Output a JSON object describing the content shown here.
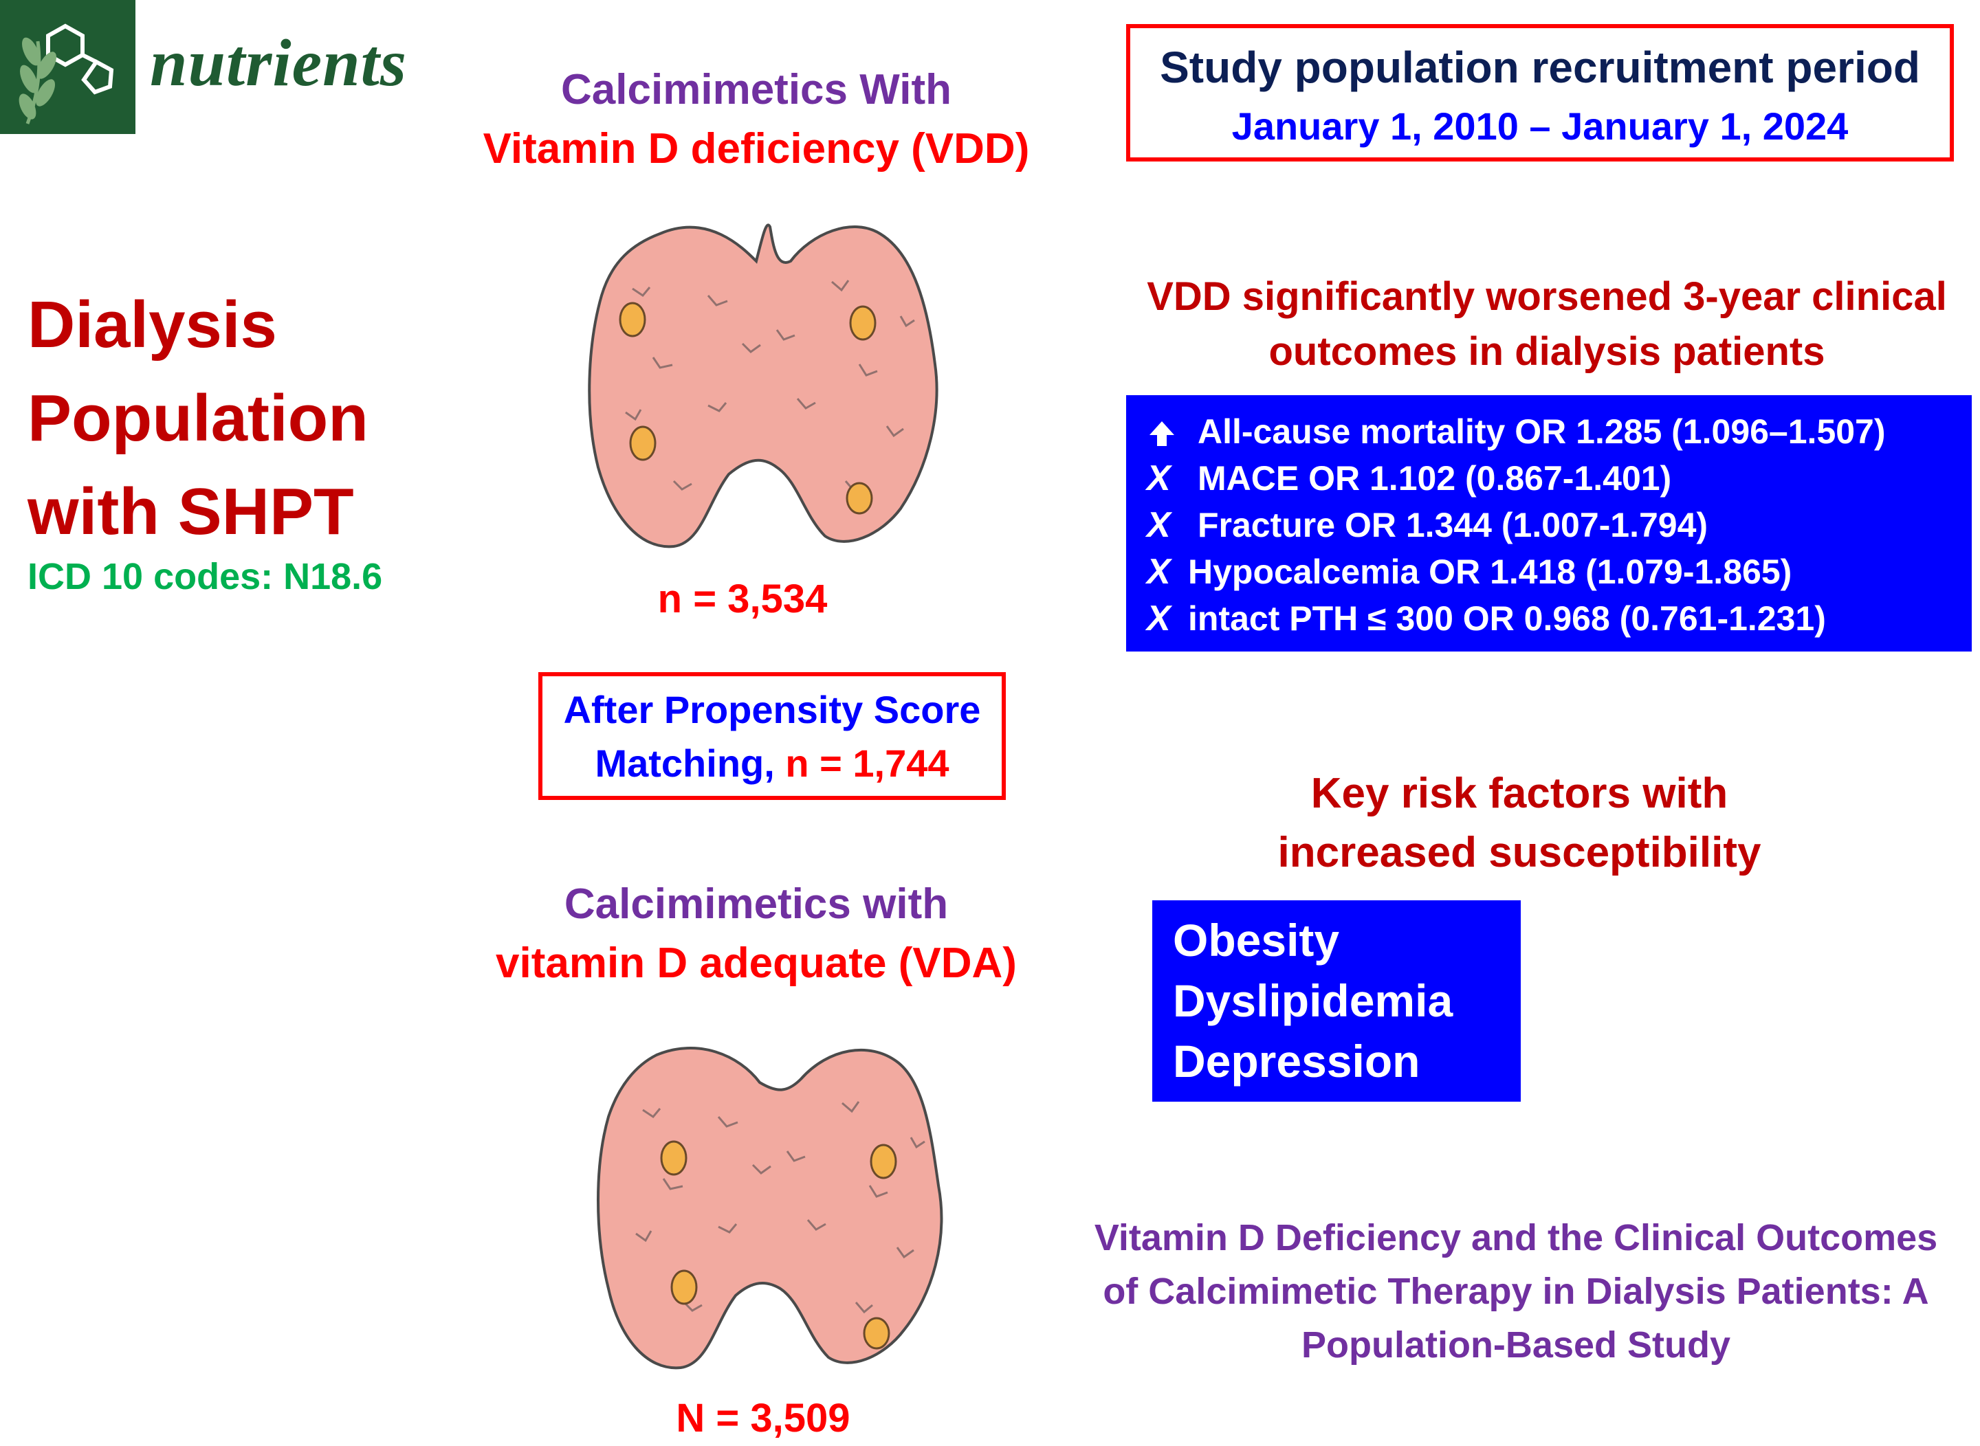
{
  "journal": {
    "name": "nutrients",
    "logo_icon": "mdpi-nutrients-logo-icon",
    "logo_color": "#1f5b32"
  },
  "left_panel": {
    "title_lines": [
      "Dialysis",
      "Population",
      "with SHPT"
    ],
    "icd": "ICD 10 codes: N18.6"
  },
  "vdd_group": {
    "heading_line1": "Calcimimetics With",
    "heading_line2": "Vitamin D deficiency (VDD)",
    "count": "n = 3,534",
    "image": "parathyroid-gland-icon"
  },
  "psm": {
    "line1": "After Propensity Score",
    "line2_prefix": "Matching,",
    "line2_count": "n = 1,744"
  },
  "vda_group": {
    "heading_line1": "Calcimimetics with",
    "heading_line2": "vitamin D adequate (VDA)",
    "count": "N = 3,509",
    "image": "parathyroid-gland-icon"
  },
  "recruitment": {
    "title": "Study population recruitment period",
    "dates": "January 1, 2010 – January 1, 2024"
  },
  "finding": {
    "line1": "VDD significantly worsened 3-year clinical",
    "line2": "outcomes in dialysis patients"
  },
  "outcomes": [
    {
      "icon": "up-arrow-icon",
      "symbol": "",
      "text": "All-cause mortality OR 1.285 (1.096–1.507)"
    },
    {
      "icon": "x-icon",
      "symbol": "X",
      "text": "MACE OR 1.102 (0.867-1.401)"
    },
    {
      "icon": "x-icon",
      "symbol": "X",
      "text": "Fracture OR 1.344 (1.007-1.794)"
    },
    {
      "icon": "x-icon",
      "symbol": "X",
      "text": "Hypocalcemia OR 1.418 (1.079-1.865)"
    },
    {
      "icon": "x-icon",
      "symbol": "X",
      "text": "intact PTH ≤ 300 OR 0.968 (0.761-1.231)"
    }
  ],
  "risk": {
    "heading_line1": "Key risk factors with",
    "heading_line2": "increased susceptibility",
    "factors": [
      "Obesity",
      "Dyslipidemia",
      "Depression"
    ]
  },
  "paper_title": {
    "line1": "Vitamin D Deficiency and the Clinical Outcomes",
    "line2": "of Calcimimetic Therapy in Dialysis Patients: A",
    "line3": "Population-Based Study"
  },
  "colors": {
    "dark_red": "#c00000",
    "red": "#ff0000",
    "purple": "#7030a0",
    "blue": "#0000ff",
    "green": "#00b050",
    "navy": "#0c1f55",
    "gland_fill": "#f2aaa0",
    "nodule_fill": "#f3b24a"
  }
}
